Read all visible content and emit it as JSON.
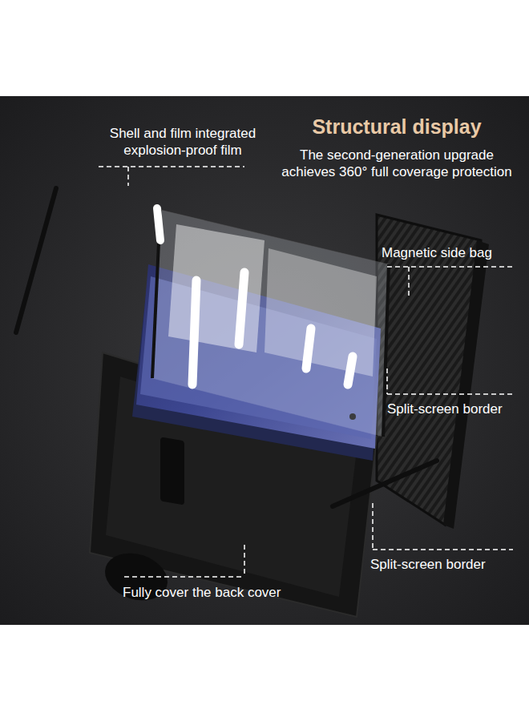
{
  "diagram": {
    "title": "Structural display",
    "labels": [
      "Shell and film integrated explosion-proof film",
      "The second-generation upgrade achieves 360° full coverage protection",
      "Magnetic side bag",
      "Split-screen border",
      "Split-screen border",
      "Fully cover the back cover"
    ]
  }
}
